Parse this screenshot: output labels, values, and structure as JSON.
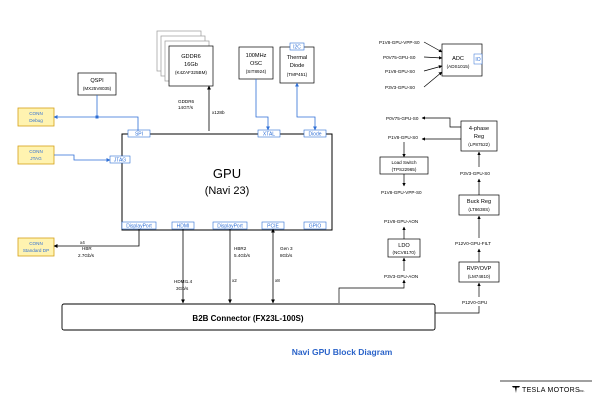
{
  "gpu": {
    "title": "GPU",
    "subtitle": "(Navi 23)"
  },
  "gpu_ports": {
    "spi": "SPI",
    "xtal": "XTAL",
    "diode": "Diode",
    "jtag": "JTAG",
    "displayport1": "DisplayPort",
    "hdmi": "HDMI",
    "displayport2": "DisplayPort",
    "pcie": "PCIE",
    "gpio": "GPIO"
  },
  "gddr6": {
    "line1": "GDDR6",
    "line2": "16Gb",
    "line3": "(K4ZAF325BM)",
    "bus_line1": "GDDR6",
    "bus_line2": "14GT/s",
    "bus_width": "x128b"
  },
  "qspi": {
    "line1": "QSPI",
    "line2": "(MX25V8035)"
  },
  "osc": {
    "line1": "100MHz",
    "line2": "OSC",
    "line3": "(SIT8924)"
  },
  "thermal": {
    "bus": "I2C",
    "line1": "Thermal",
    "line2": "Diode",
    "line3": "(TMP451)"
  },
  "connectors": {
    "conn1": {
      "line1": "CONN",
      "line2": "Debug"
    },
    "conn2": {
      "line1": "CONN",
      "line2": "JTAG"
    },
    "conn3": {
      "line1": "CONN",
      "line2": "Standard DP"
    }
  },
  "links": {
    "dp_width": "x4",
    "dp_rate1": "HBR",
    "dp_rate2": "2.7Gb/s",
    "hdmi1": "HDMI1.4",
    "hdmi2": "3Gb/s",
    "dp2_1": "HBR2",
    "dp2_2": "5.4Gb/s",
    "dp2_3": "x2",
    "pcie1": "Gen 3",
    "pcie2": "8Gb/s",
    "pcie3": "x8"
  },
  "b2b": {
    "label": "B2B Connector (FX23L-100S)"
  },
  "adc": {
    "line1": "ADC",
    "line2": "(ADS1015)",
    "line3": "IO",
    "in1": "P1V8-GPU-VPP-S0",
    "in2": "P0V75-GPU-S0",
    "in3": "P1V8-GPU-S0",
    "in4": "P3V3-GPU-S0"
  },
  "power": {
    "p0v75_s0": "P0V75-GPU-S0",
    "p1v8_s0": "P1V8-GPU-S0",
    "four_phase": {
      "line1": "4-phase",
      "line2": "Reg",
      "line3": "(LP87522)"
    },
    "load_switch": {
      "line1": "Load Switch",
      "line2": "(TPS22965)"
    },
    "p1v8_vpp_s0": "P1V8-GPU-VPP-S0",
    "p3v3_s0": "P3V3-GPU-S0",
    "buck": {
      "line1": "Buck Reg",
      "line2": "(LT8638S)"
    },
    "p1v8_aon": "P1V8-GPU-AON",
    "ldo": {
      "line1": "LDO",
      "line2": "(NCV8170)"
    },
    "p12v_filt": "P12V0-GPU-FILT",
    "rvp": {
      "line1": "RVP/OVP",
      "line2": "(LM74810)"
    },
    "p3v3_aon": "P3V3-GPU-AON",
    "p12v": "P12V0-GPU"
  },
  "diagram_title": "Navi GPU Block Diagram",
  "brand": {
    "name": "TESLA MOTORS",
    "suffix": "Inc."
  },
  "colors": {
    "blue": "#2e6fd6",
    "connector_fill": "#fff3b0",
    "connector_stroke": "#d4a017"
  }
}
